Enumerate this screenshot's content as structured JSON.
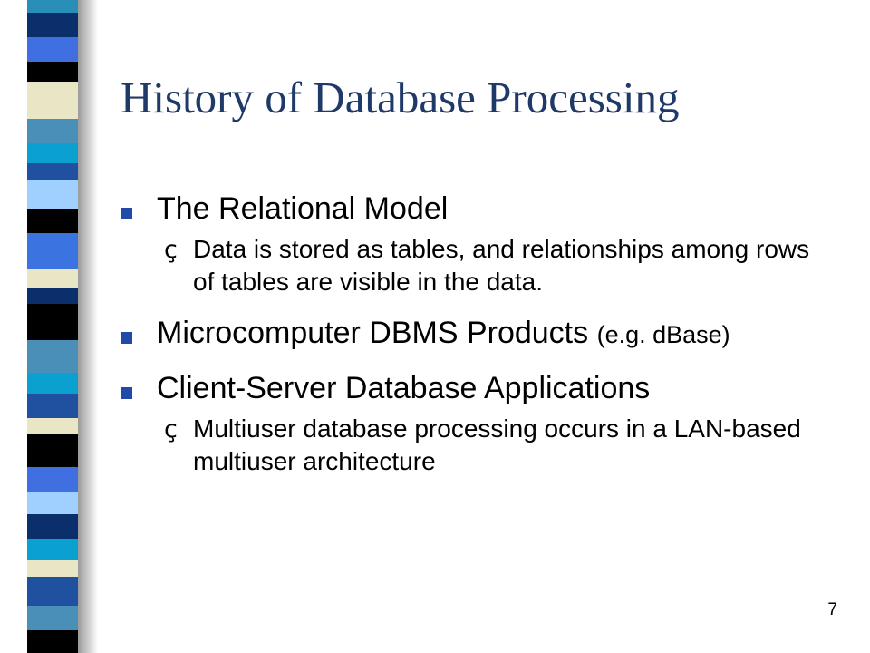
{
  "slide": {
    "title": "History of Database Processing",
    "page_number": "7",
    "bullets": [
      {
        "text": "The Relational Model",
        "small": "",
        "sub": [
          "Data is stored as tables, and relationships among rows of tables are visible in the data."
        ]
      },
      {
        "text": "Microcomputer DBMS Products",
        "small": "(e.g. dBase)",
        "sub": []
      },
      {
        "text": "Client-Server Database Applications",
        "small": "",
        "sub": [
          "Multiuser database processing occurs in a LAN-based multiuser architecture"
        ]
      }
    ],
    "sub_marker": "ç"
  },
  "colors": {
    "title": "#1f3a68",
    "bullet_marker": "#1f4aa8",
    "stripe": [
      "#2a8fb8",
      "#0a2f6a",
      "#3f6fe0",
      "#000000",
      "#e8e6c4",
      "#4a8fb8",
      "#0aa0d0",
      "#2050a0",
      "#9fd0ff",
      "#000000",
      "#3b74e0",
      "#e8e6c4",
      "#0a2f6a",
      "#000000",
      "#4a8fb8",
      "#0aa0d0",
      "#2050a0",
      "#e8e6c4",
      "#000000",
      "#3f6fe0",
      "#9fd0ff",
      "#0a2f6a",
      "#0aa0d0",
      "#e8e6c4",
      "#2050a0",
      "#4a8fb8",
      "#000000"
    ]
  }
}
